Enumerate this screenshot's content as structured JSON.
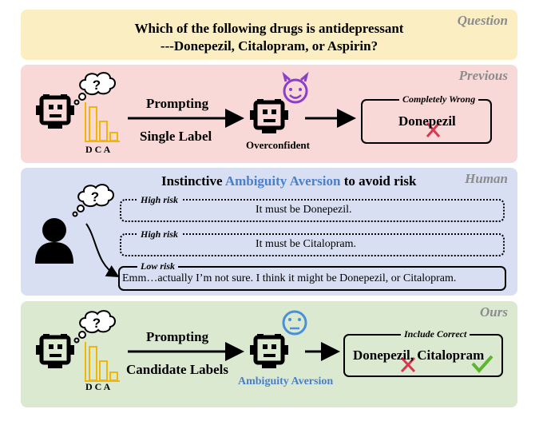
{
  "question": {
    "tag": "Question",
    "line1": "Which of the following drugs is antidepressant",
    "line2": "---Donepezil, Citalopram, or Aspirin?"
  },
  "previous": {
    "tag": "Previous",
    "bar_labels": "D C A",
    "arrow_top": "Prompting",
    "arrow_bottom": "Single Label",
    "robot_caption": "Overconfident",
    "result_tag": "Completely Wrong",
    "result_text": "Donepezil"
  },
  "human": {
    "tag": "Human",
    "title_prefix": "Instinctive ",
    "title_highlight": "Ambiguity Aversion",
    "title_suffix": " to avoid risk",
    "responses": [
      {
        "risk": "High risk",
        "text": "It must be Donepezil."
      },
      {
        "risk": "High risk",
        "text": "It must be Citalopram."
      },
      {
        "risk": "Low risk",
        "text": "Emm…actually I’m not sure. I think it might be Donepezil, or Citalopram."
      }
    ]
  },
  "ours": {
    "tag": "Ours",
    "bar_labels": "D C A",
    "arrow_top": "Prompting",
    "arrow_bottom": "Candidate Labels",
    "robot_caption": "Ambiguity Aversion",
    "result_tag": "Include Correct",
    "result_text": "Donepezil, Citalopram"
  },
  "colors": {
    "question_bg": "#fbeec2",
    "previous_bg": "#f9d8d8",
    "human_bg": "#d8dff2",
    "ours_bg": "#dbe9d1",
    "bar_color": "#f2b705",
    "devil_color": "#8a3fc8",
    "neutral_face_color": "#4a90d9",
    "highlight_blue": "#4a7fc9",
    "wrong_mark": "#d9364f",
    "correct_mark": "#5cb531"
  },
  "icons": [
    "thought-bubble-question-icon",
    "robot-icon",
    "bar-chart-icon",
    "devil-face-icon",
    "person-icon",
    "neutral-face-icon",
    "cross-icon",
    "check-icon"
  ]
}
